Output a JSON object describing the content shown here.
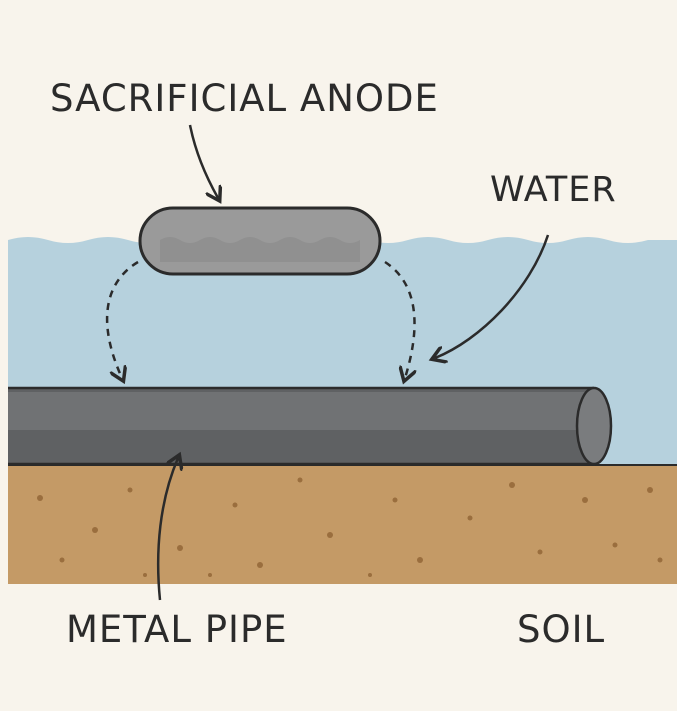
{
  "labels": {
    "anode": "SACRIFICIAL ANODE",
    "water": "WATER",
    "pipe": "METAL PIPE",
    "soil": "SOIL"
  },
  "colors": {
    "background": "#f8f4ec",
    "water": "#b6d1dd",
    "soil": "#c49a66",
    "pipe": "#5f6163",
    "anode": "#9a9a9a",
    "ink": "#2b2b2b"
  }
}
